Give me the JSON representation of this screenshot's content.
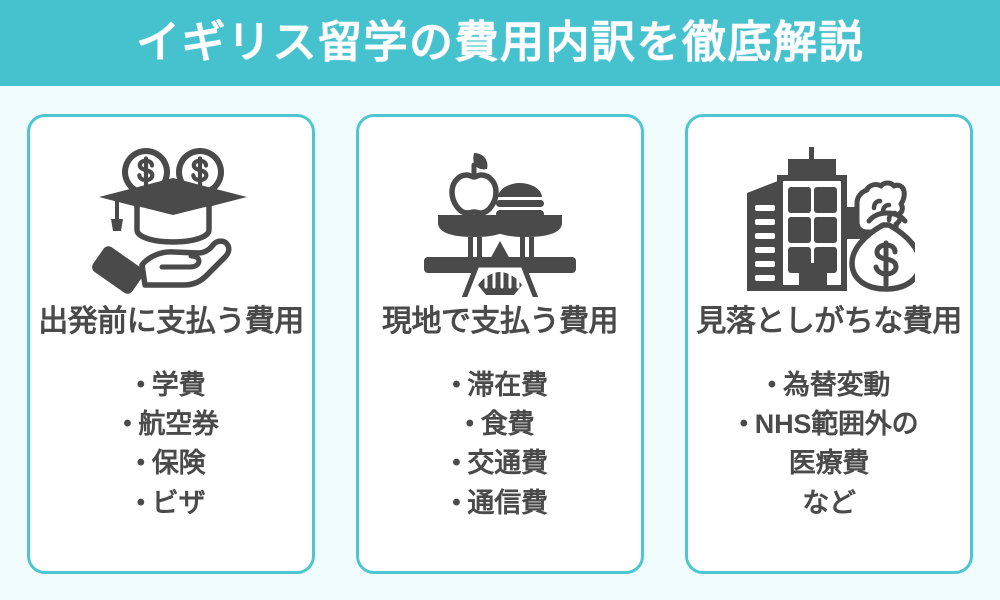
{
  "header": {
    "title": "イギリス留学の費用内訳を徹底解説",
    "background_color": "#45c2ce",
    "text_color": "#ffffff"
  },
  "page": {
    "background_color": "#f0fcfd",
    "card_background_color": "#ffffff",
    "card_border_color": "#4ec6d2",
    "text_color": "#4a4a4a",
    "icon_color": "#4a4a4a"
  },
  "cards": [
    {
      "icon": "graduation-cap-coins-hand-icon",
      "title": "出発前に支払う費用",
      "items": [
        {
          "text": "学費",
          "bulleted": true
        },
        {
          "text": "航空券",
          "bulleted": true
        },
        {
          "text": "保険",
          "bulleted": true
        },
        {
          "text": "ビザ",
          "bulleted": true
        }
      ]
    },
    {
      "icon": "balance-scale-apple-burger-icon",
      "title": "現地で支払う費用",
      "items": [
        {
          "text": "滞在費",
          "bulleted": true
        },
        {
          "text": "食費",
          "bulleted": true
        },
        {
          "text": "交通費",
          "bulleted": true
        },
        {
          "text": "通信費",
          "bulleted": true
        }
      ]
    },
    {
      "icon": "building-money-bag-icon",
      "title": "見落としがちな費用",
      "items": [
        {
          "text": "為替変動",
          "bulleted": true
        },
        {
          "text": "NHS範囲外の",
          "bulleted": true
        },
        {
          "text": "医療費",
          "bulleted": false
        },
        {
          "text": "など",
          "bulleted": false
        }
      ]
    }
  ]
}
